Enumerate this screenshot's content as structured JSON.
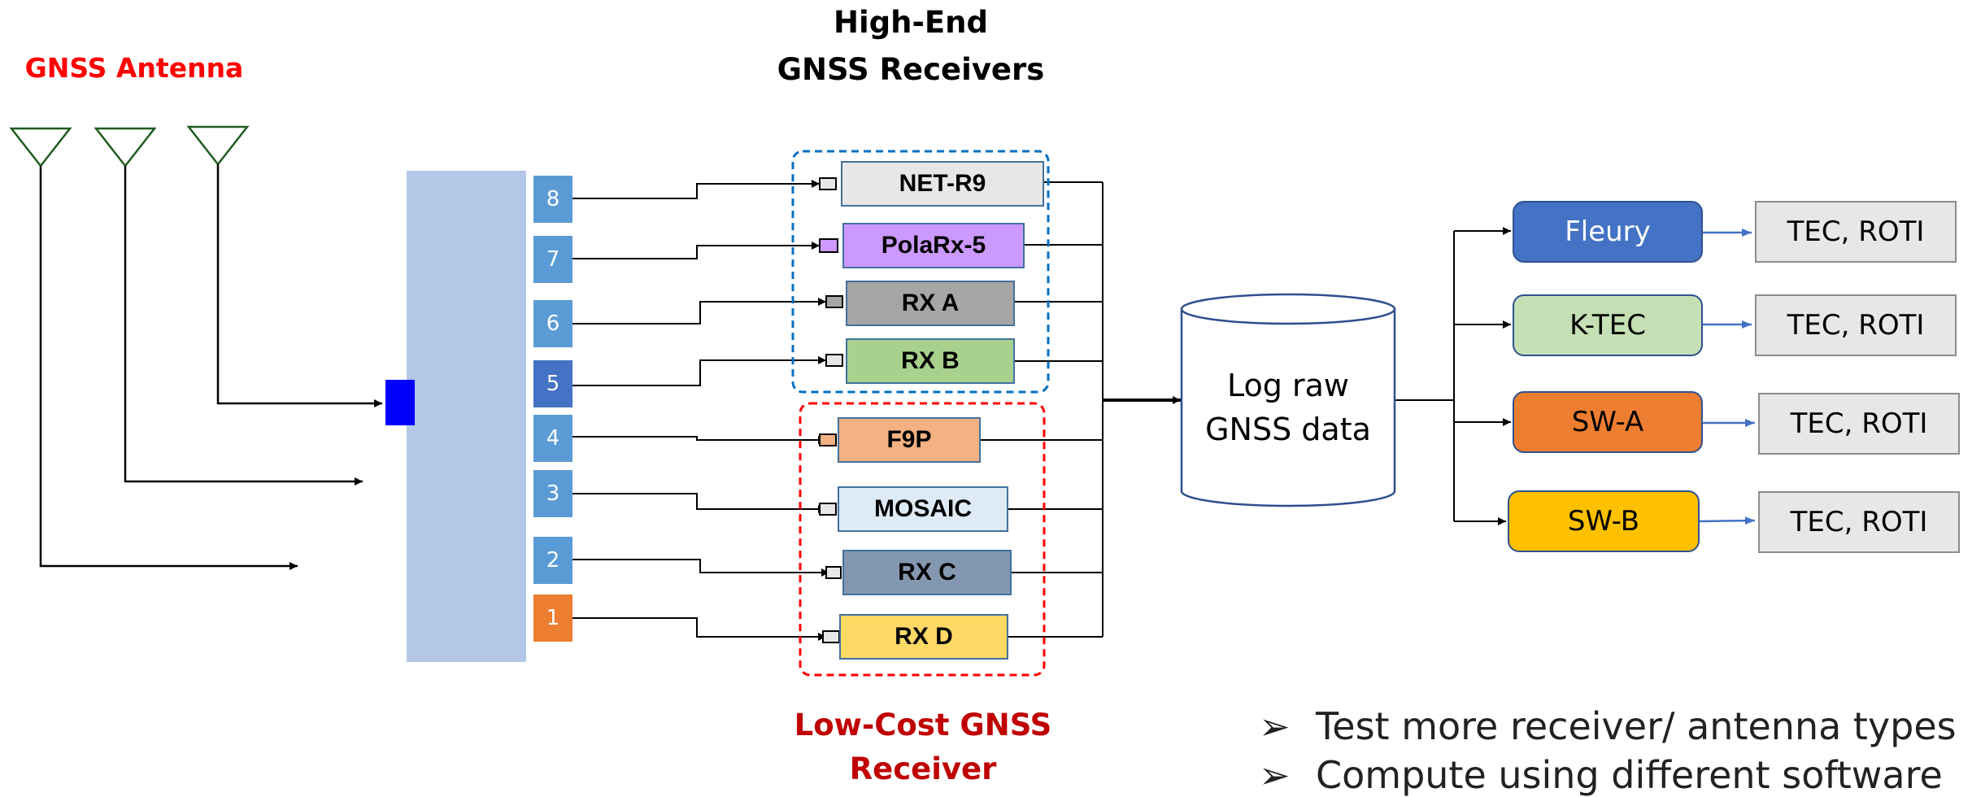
{
  "labels": {
    "antenna": "GNSS Antenna",
    "high_end_line1": "High-End",
    "high_end_line2": "GNSS Receivers",
    "low_cost_line1": "Low-Cost GNSS",
    "low_cost_line2": "Receiver",
    "log_line1": "Log raw",
    "log_line2": "GNSS data"
  },
  "ports": [
    "8",
    "7",
    "6",
    "5",
    "4",
    "3",
    "2",
    "1"
  ],
  "receivers": [
    "NET-R9",
    "PolaRx-5",
    "RX A",
    "RX B",
    "F9P",
    "MOSAIC",
    "RX C",
    "RX D"
  ],
  "software": [
    "Fleury",
    "K-TEC",
    "SW-A",
    "SW-B"
  ],
  "outputs": [
    "TEC, ROTI",
    "TEC, ROTI",
    "TEC, ROTI",
    "TEC, ROTI"
  ],
  "bullets": [
    {
      "marker": "➢",
      "text": "Test more receiver/ antenna types"
    },
    {
      "marker": "➢",
      "text": "Compute using different software"
    }
  ],
  "colors": {
    "splitter": "#b4c7e7",
    "port": "#5b9bd5",
    "port5": "#4472c4",
    "port1": "#ed7d31",
    "high_end_border": "#0070c0",
    "low_cost_border": "#ff0000",
    "antenna": "#1f5c1f"
  }
}
